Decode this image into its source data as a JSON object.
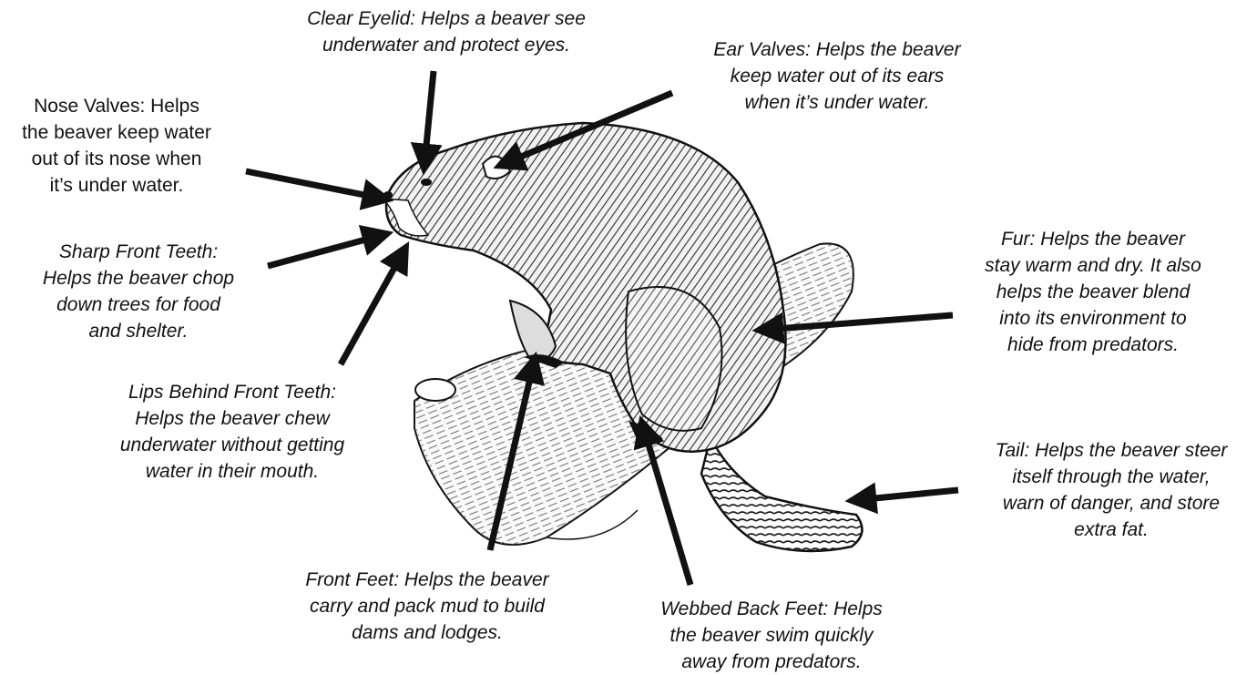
{
  "diagram": {
    "colors": {
      "ink": "#111111",
      "background": "#ffffff",
      "fur_light": "#f2f2f2"
    },
    "labels": [
      {
        "id": "clear-eyelid",
        "italic": true,
        "lines": [
          "Clear Eyelid: Helps a beaver see",
          "underwater and protect eyes."
        ]
      },
      {
        "id": "ear-valves",
        "italic": true,
        "lines": [
          "Ear Valves: Helps the beaver",
          "keep water out of its ears",
          "when it’s under water."
        ]
      },
      {
        "id": "nose-valves",
        "italic": false,
        "lines": [
          "Nose Valves: Helps",
          "the beaver keep water",
          "out of its nose when",
          "it’s under water."
        ]
      },
      {
        "id": "sharp-front-teeth",
        "italic": true,
        "lines": [
          "Sharp Front Teeth:",
          "Helps the beaver chop",
          "down trees for food",
          "and shelter."
        ]
      },
      {
        "id": "lips-behind-front-teeth",
        "italic": true,
        "lines": [
          "Lips Behind Front Teeth:",
          "Helps the beaver chew",
          "underwater without getting",
          "water in their mouth."
        ]
      },
      {
        "id": "fur",
        "italic": true,
        "lines": [
          "Fur: Helps the beaver",
          "stay warm and dry. It also",
          "helps the beaver blend",
          "into its environment to",
          "hide from predators."
        ]
      },
      {
        "id": "tail",
        "italic": true,
        "lines": [
          "Tail: Helps the beaver steer",
          "itself through the water,",
          "warn of danger, and store",
          "extra fat."
        ]
      },
      {
        "id": "front-feet",
        "italic": true,
        "lines": [
          "Front Feet: Helps the beaver",
          "carry and pack mud to build",
          "dams and lodges."
        ]
      },
      {
        "id": "webbed-back-feet",
        "italic": true,
        "lines": [
          "Webbed Back Feet: Helps",
          "the beaver swim quickly",
          "away from predators."
        ]
      }
    ]
  }
}
